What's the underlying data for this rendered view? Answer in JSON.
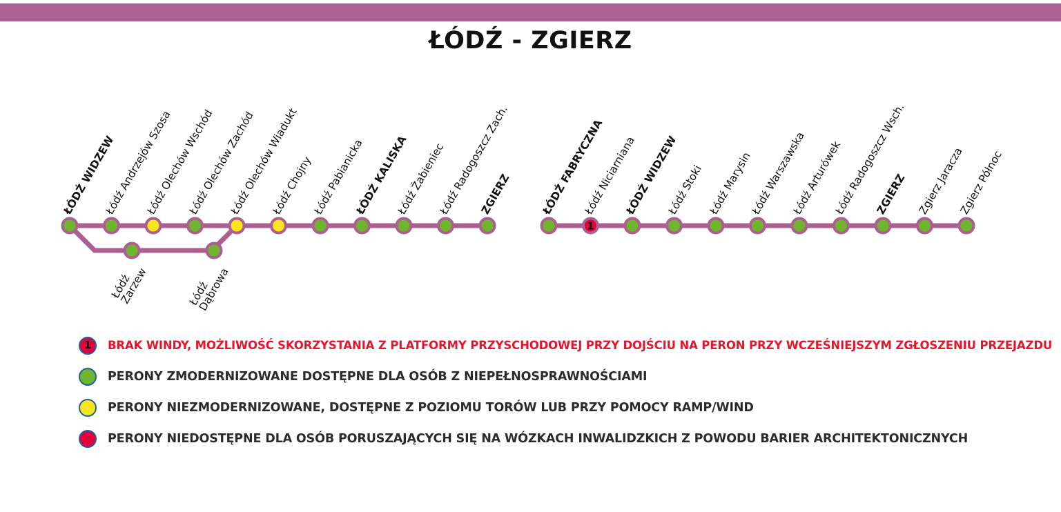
{
  "header": {
    "bar_color": "#ac6091",
    "title": "ŁÓDŹ - ZGIERZ"
  },
  "colors": {
    "line": "#ac6091",
    "station_ring": "#ac6091",
    "green": "#6fb52e",
    "yellow": "#fae51c",
    "red": "#e4003a",
    "legend_ring": "#1f5fa9",
    "alert_text": "#e8152a",
    "text": "#2b2b2b"
  },
  "diagram": {
    "left_line": {
      "name": "Łódź Widzew – Zgierz",
      "stations": [
        {
          "label": "ŁÓDŹ WIDZEW",
          "type": "green",
          "major": true
        },
        {
          "label": "Łódź Andrzejów Szosa",
          "type": "green",
          "major": false
        },
        {
          "label": "Łódź Olechów Wschód",
          "type": "yellow",
          "major": false
        },
        {
          "label": "Łódź Olechów Zachód",
          "type": "green",
          "major": false
        },
        {
          "label": "Łódź Olechów Wiadukt",
          "type": "yellow",
          "major": false
        },
        {
          "label": "Łódź Chojny",
          "type": "yellow",
          "major": false
        },
        {
          "label": "Łódź Pabianicka",
          "type": "green",
          "major": false
        },
        {
          "label": "ŁÓDŹ KALISKA",
          "type": "green",
          "major": true
        },
        {
          "label": "Łódź Żabieniec",
          "type": "green",
          "major": false
        },
        {
          "label": "Łódź Radogoszcz Zach.",
          "type": "green",
          "major": false
        },
        {
          "label": "ZGIERZ",
          "type": "green",
          "major": true
        }
      ],
      "branch": {
        "stations": [
          {
            "label_line1": "Łódź",
            "label_line2": "Zarzew",
            "type": "green"
          },
          {
            "label_line1": "Łódź",
            "label_line2": "Dąbrowa",
            "type": "green"
          }
        ]
      }
    },
    "right_line": {
      "name": "Łódź Fabryczna – Zgierz Północ",
      "stations": [
        {
          "label": "ŁÓDŹ FABRYCZNA",
          "type": "green",
          "major": true,
          "badge": ""
        },
        {
          "label": "Łódź Niciarniana",
          "type": "red",
          "major": false,
          "badge": "1"
        },
        {
          "label": "ŁÓDŹ WIDZEW",
          "type": "green",
          "major": true,
          "badge": ""
        },
        {
          "label": "Łódź Stoki",
          "type": "green",
          "major": false,
          "badge": ""
        },
        {
          "label": "Łódź Marysin",
          "type": "green",
          "major": false,
          "badge": ""
        },
        {
          "label": "Łódź Warszawska",
          "type": "green",
          "major": false,
          "badge": ""
        },
        {
          "label": "Łódź Arturówek",
          "type": "green",
          "major": false,
          "badge": ""
        },
        {
          "label": "Łódź Radogoszcz Wsch.",
          "type": "green",
          "major": false,
          "badge": ""
        },
        {
          "label": "ZGIERZ",
          "type": "green",
          "major": true,
          "badge": ""
        },
        {
          "label": "Zgierz Jaracza",
          "type": "green",
          "major": false,
          "badge": ""
        },
        {
          "label": "Zgierz Północ",
          "type": "green",
          "major": false,
          "badge": ""
        }
      ]
    }
  },
  "legend": {
    "items": [
      {
        "swatch": "red",
        "badge": "1",
        "alert": true,
        "text": "BRAK WINDY, MOŻLIWOŚĆ SKORZYSTANIA Z PLATFORMY PRZYSCHODOWEJ PRZY DOJŚCIU NA PERON PRZY WCZEŚNIEJSZYM ZGŁOSZENIU PRZEJAZDU"
      },
      {
        "swatch": "green",
        "badge": "",
        "alert": false,
        "text": "PERONY ZMODERNIZOWANE DOSTĘPNE DLA OSÓB Z NIEPEŁNOSPRAWNOŚCIAMI"
      },
      {
        "swatch": "yellow",
        "badge": "",
        "alert": false,
        "text": "PERONY NIEZMODERNIZOWANE, DOSTĘPNE Z POZIOMU TORÓW LUB PRZY POMOCY RAMP/WIND"
      },
      {
        "swatch": "red",
        "badge": "",
        "alert": false,
        "text": "PERONY NIEDOSTĘPNE DLA OSÓB PORUSZAJĄCYCH SIĘ NA WÓZKACH INWALIDZKICH Z POWODU BARIER ARCHITEKTONICZNYCH"
      }
    ]
  }
}
